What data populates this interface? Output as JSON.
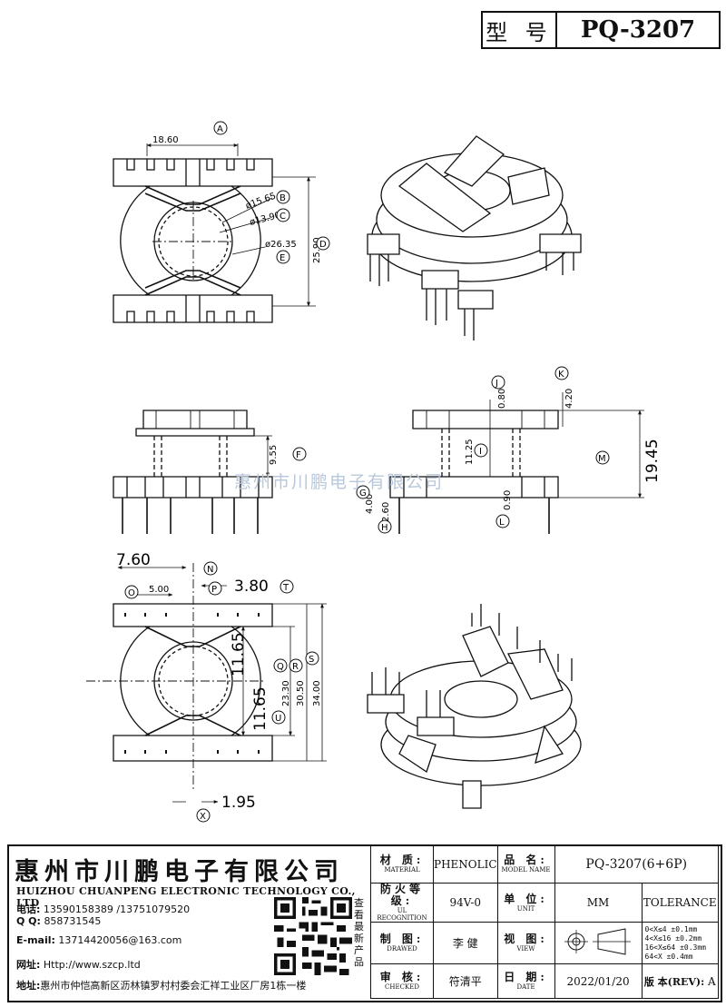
{
  "title": {
    "label": "型 号",
    "value": "PQ-3207"
  },
  "watermark": "惠州市川鹏电子有限公司",
  "views": {
    "top": {
      "dims": {
        "width_top": "18.60",
        "d_b": "ø15.65",
        "d_c": "ø13.90",
        "d_e": "ø26.35",
        "height": "25.90"
      },
      "callouts": {
        "a": "A",
        "b": "B",
        "c": "C",
        "d": "D",
        "e": "E"
      }
    },
    "side": {
      "dims": {
        "f": "9.55"
      },
      "callouts": {
        "f": "F"
      }
    },
    "front": {
      "dims": {
        "j": "0.80",
        "k": "4.20",
        "i": "11.25",
        "m": "19.45",
        "g": "4.00",
        "h": "2.60",
        "l": "0.90"
      },
      "callouts": {
        "j": "J",
        "k": "K",
        "i": "I",
        "m": "M",
        "g": "G",
        "h": "H",
        "l": "L"
      }
    },
    "bottom": {
      "dims": {
        "n": "7.60",
        "t": "3.80",
        "o": "5.00",
        "p1": "11.65",
        "p2": "11.65",
        "q": "23.30",
        "r": "30.50",
        "s": "34.00",
        "x": "1.95"
      },
      "callouts": {
        "n": "N",
        "t": "T",
        "o": "O",
        "p": "P",
        "q": "Q",
        "r": "R",
        "s": "S",
        "u": "U",
        "x": "X"
      }
    }
  },
  "company": {
    "name_cn": "惠州市川鹏电子有限公司",
    "name_en": "HUIZHOU CHUANPENG ELECTRONIC TECHNOLOGY CO., LTD",
    "phone_label": "电话:",
    "phone": "13590158389 /13751079520",
    "qq_label": "Q Q:",
    "qq": "858731545",
    "email_label": "E-mail:",
    "email": "13714420056@163.com",
    "web_label": "网址:",
    "web": "Http://www.szcp.ltd",
    "addr_label": "地址:",
    "addr": "惠州市仲恺高新区沥林镇罗村村委会汇祥工业区厂房1栋一楼",
    "qr_note": "查看最新产品"
  },
  "block": {
    "material_cn": "材 质:",
    "material_en": "MATERIAL",
    "material_val": "PHENOLIC",
    "model_cn": "品 名:",
    "model_en": "MODEL NAME",
    "model_val": "PQ-3207(6+6P)",
    "flame_cn": "防火等级:",
    "flame_en": "UL RECOGNITION",
    "flame_val": "94V-0",
    "unit_cn": "单 位:",
    "unit_en": "UNIT",
    "unit_val": "MM",
    "tolerance": "TOLERANCE",
    "drawn_cn": "制 图:",
    "drawn_en": "DRAWED",
    "drawn_val": "李 健",
    "view_cn": "视 图:",
    "view_en": "VIEW",
    "tol1": "0<X≤4   ±0.1mm",
    "tol2": "4<X≤16  ±0.2mm",
    "tol3": "16<X≤64 ±0.3mm",
    "tol4": "64<X    ±0.4mm",
    "check_cn": "审 核:",
    "check_en": "CHECKED",
    "check_val": "符清平",
    "date_cn": "日 期:",
    "date_en": "DATE",
    "date_val": "2022/01/20",
    "rev_label": "版 本(REV):",
    "rev_val": "A"
  }
}
